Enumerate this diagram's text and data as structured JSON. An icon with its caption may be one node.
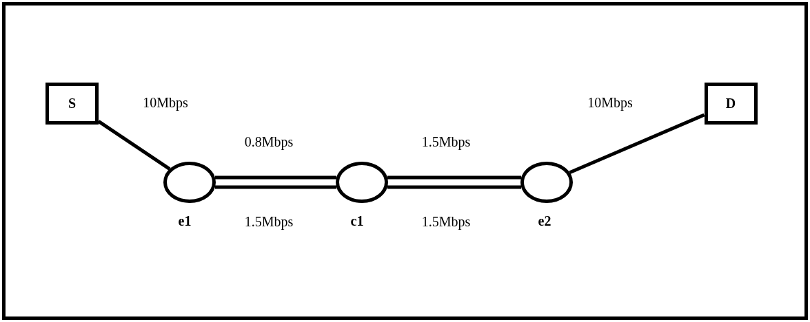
{
  "diagram": {
    "nodes": [
      {
        "text": [
          "S"
        ]
      },
      {
        "text": [
          "D"
        ]
      },
      {
        "text": [],
        "shape": "ellipse",
        "beside": [
          "e1"
        ]
      },
      {
        "text": [],
        "shape": "ellipse",
        "beside": [
          "c1"
        ]
      },
      {
        "text": [],
        "shape": "ellipse",
        "beside": [
          "e2"
        ]
      }
    ],
    "edges": [
      {
        "from": 0,
        "to": 2,
        "arrow": "none",
        "label": "10Mbps"
      },
      {
        "from": 2,
        "to": 3,
        "arrow": "none",
        "label": "0.8Mbps"
      },
      {
        "from": 2,
        "to": 3,
        "arrow": "none",
        "label": "1.5Mbps"
      },
      {
        "from": 3,
        "to": 4,
        "arrow": "none",
        "label": "1.5Mbps"
      },
      {
        "from": 3,
        "to": 4,
        "arrow": "none",
        "label": "1.5Mbps"
      },
      {
        "from": 4,
        "to": 1,
        "arrow": "none",
        "label": "10Mbps"
      }
    ]
  }
}
